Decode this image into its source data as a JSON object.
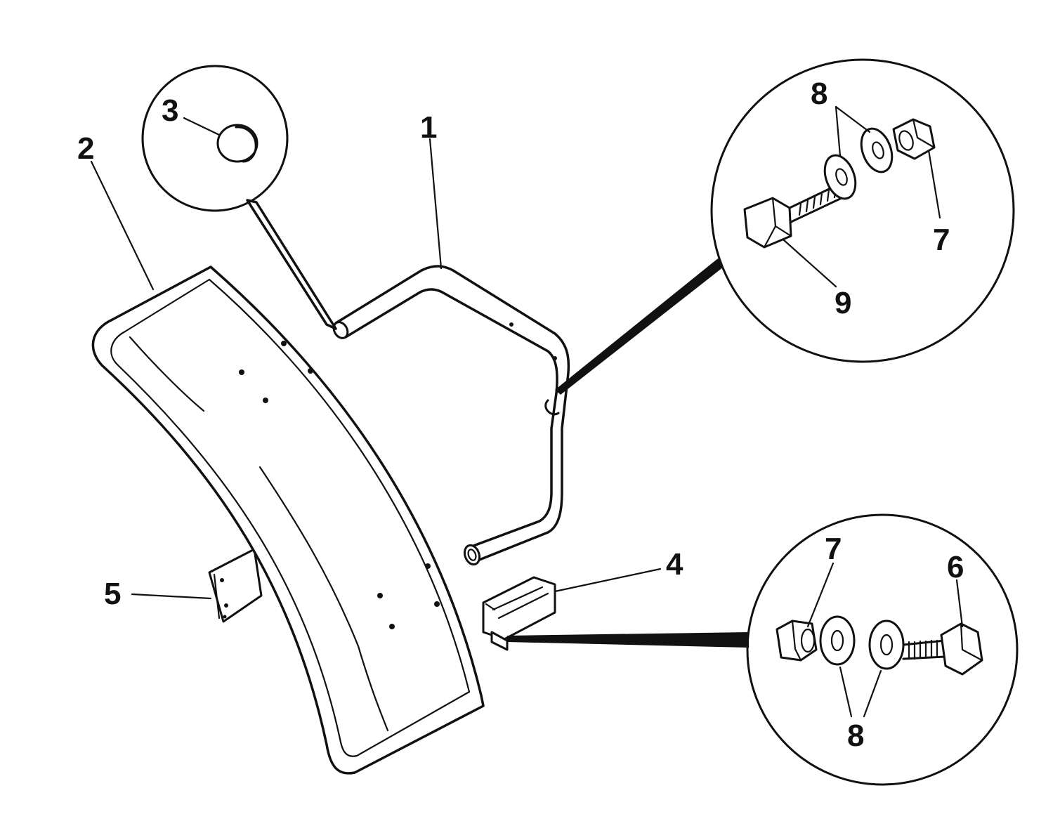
{
  "callouts": {
    "c1": "1",
    "c2": "2",
    "c3": "3",
    "c4": "4",
    "c5": "5",
    "c6": "6",
    "c7_top": "7",
    "c7_bottom": "7",
    "c8_top": "8",
    "c8_bottom": "8",
    "c9": "9"
  },
  "parts": [
    {
      "id": "1",
      "name": "tube-bracket"
    },
    {
      "id": "2",
      "name": "fender-panel"
    },
    {
      "id": "3",
      "name": "plug-cap"
    },
    {
      "id": "4",
      "name": "mounting-clamp"
    },
    {
      "id": "5",
      "name": "support-plate"
    },
    {
      "id": "6",
      "name": "bolt"
    },
    {
      "id": "7",
      "name": "nut"
    },
    {
      "id": "8",
      "name": "washer"
    },
    {
      "id": "9",
      "name": "bolt"
    }
  ],
  "colors": {
    "ink": "#111111",
    "paper": "#ffffff"
  }
}
